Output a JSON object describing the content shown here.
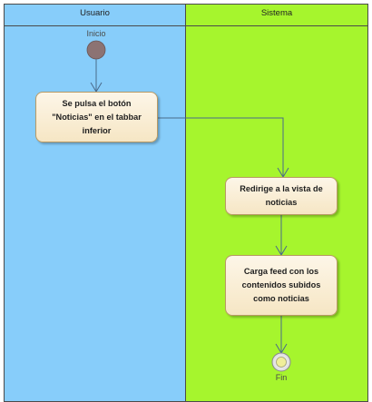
{
  "lanes": {
    "user": "Usuario",
    "system": "Sistema"
  },
  "initial_node": {
    "label": "Inicio"
  },
  "final_node": {
    "label": "Fin"
  },
  "actions": [
    {
      "text": "Se pulsa el botón \"Noticias\" en el tabbar inferior"
    },
    {
      "text": "Redirige a la vista de noticias"
    },
    {
      "text": "Carga feed con los contenidos subidos como noticias"
    }
  ],
  "colors": {
    "user_lane": "#87cdfa",
    "system_lane": "#a6f52d",
    "action_fill": "#f6e6c4",
    "initial_node": "#8c7373",
    "flow_line": "#4a6a8a"
  }
}
